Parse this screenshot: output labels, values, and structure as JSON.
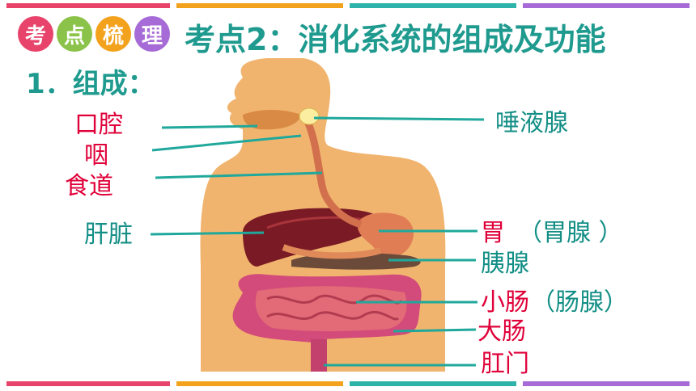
{
  "colors": {
    "bar_colors": [
      "#e8436a",
      "#f3a21d",
      "#2eb3aa",
      "#a66bd6"
    ],
    "badge_colors": [
      "#e8436a",
      "#8bc34a",
      "#f3a21d",
      "#a66bd6"
    ],
    "title_color": "#1f9a8e",
    "organ_label_red": "#e00039",
    "gland_label_teal": "#138f86",
    "leader_line": "#1fa89b"
  },
  "header": {
    "badges": [
      "考",
      "点",
      "梳",
      "理"
    ],
    "title": "考点2：消化系统的组成及功能"
  },
  "section": {
    "label": "1．组成："
  },
  "labels": {
    "mouth": "口腔",
    "pharynx": "咽",
    "esophagus": "食道",
    "liver": "肝脏",
    "salivary": "唾液腺",
    "stomach": "胃",
    "stomach_gland": "（胃腺 ）",
    "pancreas": "胰腺",
    "small_intestine": "小肠",
    "intestinal_gland": "（肠腺）",
    "large_intestine": "大肠",
    "anus": "肛门"
  }
}
